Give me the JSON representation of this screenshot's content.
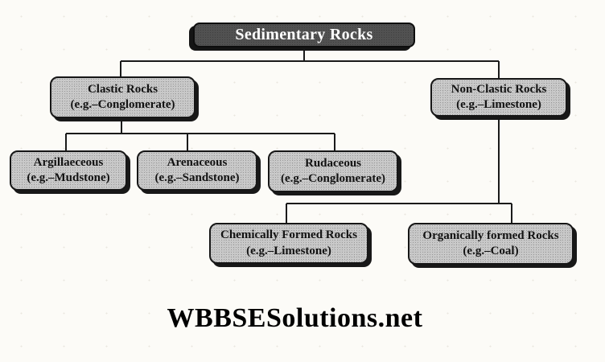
{
  "title": "Sedimentary Rocks classification flowchart",
  "colors": {
    "background": "#fcfbf7",
    "root_box_fill": "#515151",
    "root_box_text": "#ffffff",
    "node_box_fill": "#c7c7c7",
    "node_box_text": "#121212",
    "connector_line": "#1a1a1a"
  },
  "root": {
    "label": "Sedimentary Rocks"
  },
  "level1": [
    {
      "name": "Clastic Rocks",
      "example": "(e.g.–Conglomerate)"
    },
    {
      "name": "Non-Clastic Rocks",
      "example": "(e.g.–Limestone)"
    }
  ],
  "clastic_children": [
    {
      "name": "Argillaeceous",
      "example": "(e.g.–Mudstone)"
    },
    {
      "name": "Arenaceous",
      "example": "(e.g.–Sandstone)"
    },
    {
      "name": "Rudaceous",
      "example": "(e.g.–Conglomerate)"
    }
  ],
  "non_clastic_children": [
    {
      "name": "Chemically Formed Rocks",
      "example": "(e.g.–Limestone)"
    },
    {
      "name": "Organically formed Rocks",
      "example": "(e.g.–Coal)"
    }
  ],
  "watermark": "WBBSESolutions.net"
}
